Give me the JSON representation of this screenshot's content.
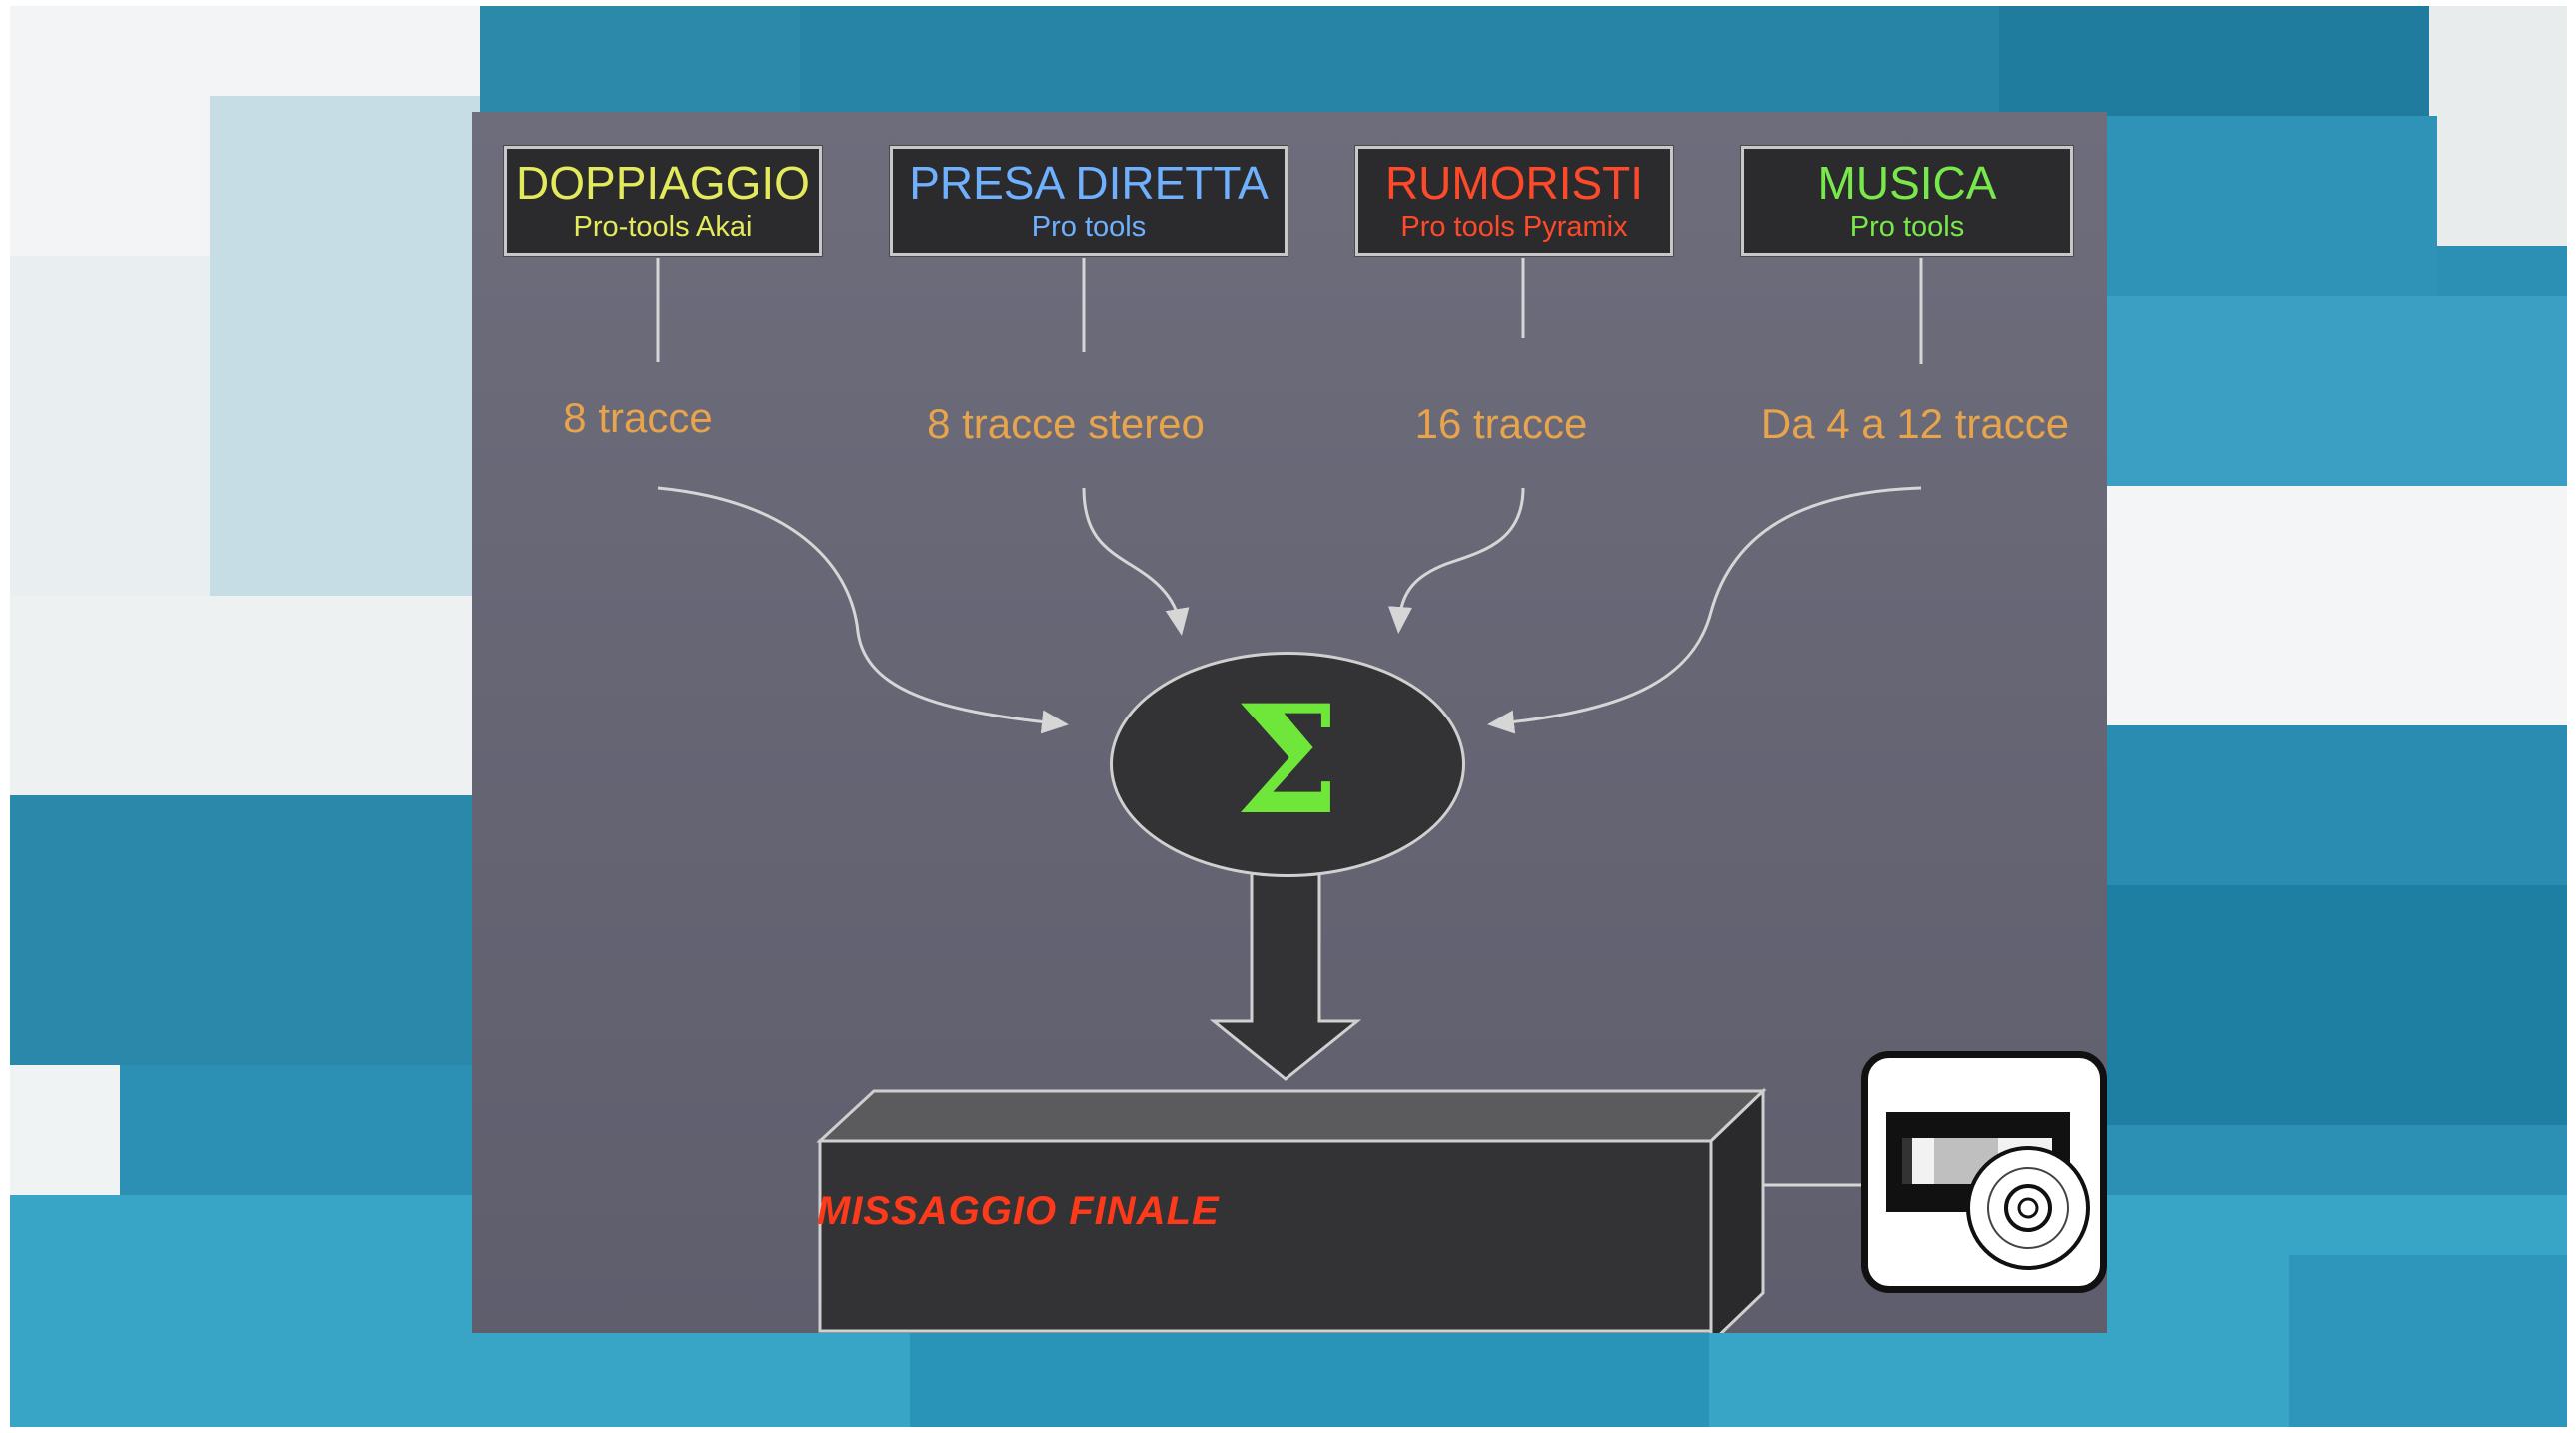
{
  "sources": [
    {
      "title": "DOPPIAGGIO",
      "subtitle": "Pro-tools Akai",
      "title_color": "#e3ea5b",
      "subtitle_color": "#e3ea5b"
    },
    {
      "title": "PRESA DIRETTA",
      "subtitle": "Pro tools",
      "title_color": "#6fb0ff",
      "subtitle_color": "#6fb0ff"
    },
    {
      "title": "RUMORISTI",
      "subtitle": "Pro tools  Pyramix",
      "title_color": "#ff4a2a",
      "subtitle_color": "#ff4a2a"
    },
    {
      "title": "MUSICA",
      "subtitle": "Pro tools",
      "title_color": "#78e84a",
      "subtitle_color": "#78e84a"
    }
  ],
  "tracks": [
    "8 tracce",
    "8 tracce stereo",
    "16 tracce",
    "Da 4 a 12 tracce"
  ],
  "sum_symbol": "Σ",
  "final_mix": "MISSAGGIO FINALE",
  "icons": [
    "sigma-sum-icon",
    "down-arrow-icon",
    "videotape-icon",
    "cd-disc-icon"
  ],
  "colors": {
    "track_label": "#e8a44c",
    "sigma": "#6fe63a",
    "final_mix": "#ff3a1a",
    "slide_background": "#666675"
  }
}
